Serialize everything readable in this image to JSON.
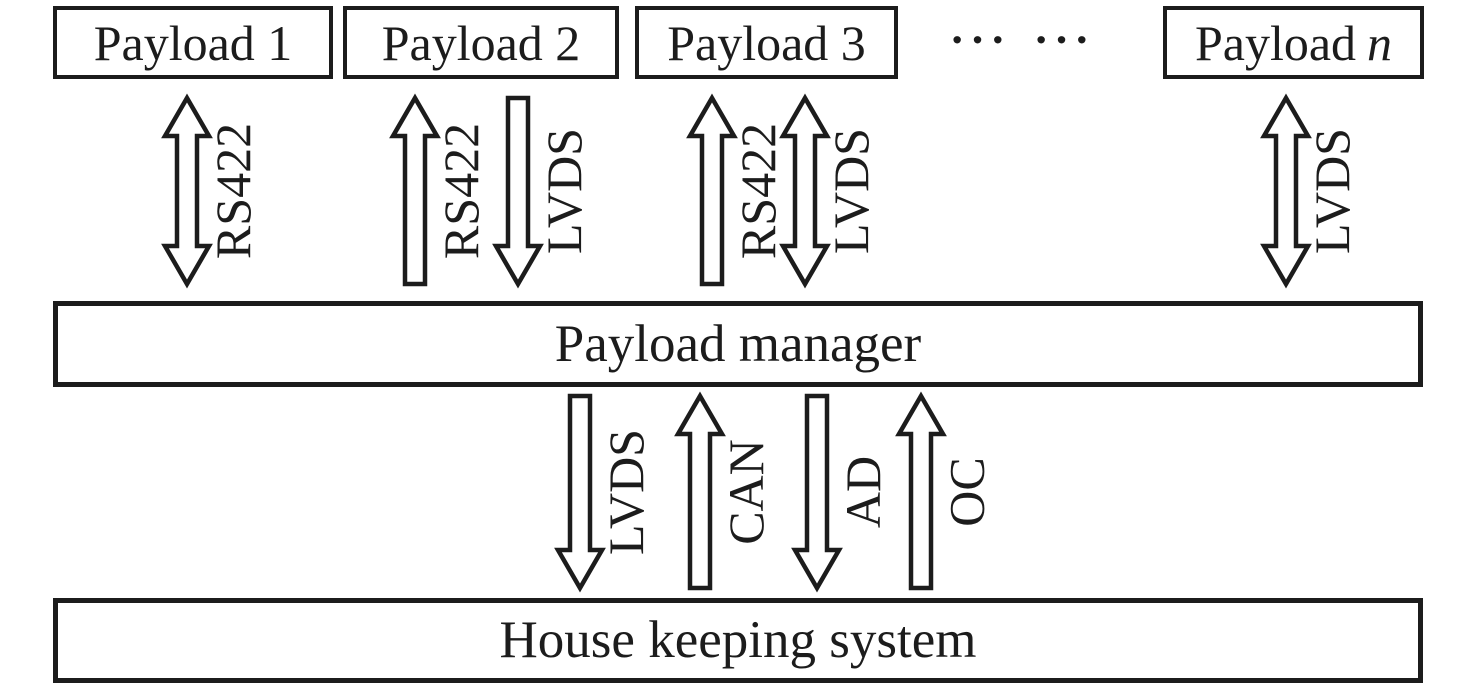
{
  "diagram": {
    "title_implicit": "Payload data-handling architecture",
    "payload_boxes": [
      {
        "label": "Payload 1"
      },
      {
        "label": "Payload 2"
      },
      {
        "label": "Payload 3"
      },
      {
        "label": "Payload",
        "italic_suffix": "n"
      }
    ],
    "separator_dots": [
      "···",
      "···"
    ],
    "manager_box": {
      "label": "Payload manager"
    },
    "housekeeping_box": {
      "label": "House keeping system"
    },
    "top_links": [
      {
        "payload": "Payload 1",
        "bus": "RS422",
        "direction": "both"
      },
      {
        "payload": "Payload 2",
        "bus": "RS422",
        "direction": "up"
      },
      {
        "payload": "Payload 2",
        "bus": "LVDS",
        "direction": "down"
      },
      {
        "payload": "Payload 3",
        "bus": "RS422",
        "direction": "up"
      },
      {
        "payload": "Payload 3",
        "bus": "LVDS",
        "direction": "both"
      },
      {
        "payload": "Payload n",
        "bus": "LVDS",
        "direction": "both"
      }
    ],
    "bottom_links": [
      {
        "bus": "LVDS",
        "direction": "down"
      },
      {
        "bus": "CAN",
        "direction": "up"
      },
      {
        "bus": "AD",
        "direction": "down"
      },
      {
        "bus": "OC",
        "direction": "up"
      }
    ],
    "colors": {
      "ink": "#1c1c1c",
      "background": "#ffffff"
    }
  }
}
